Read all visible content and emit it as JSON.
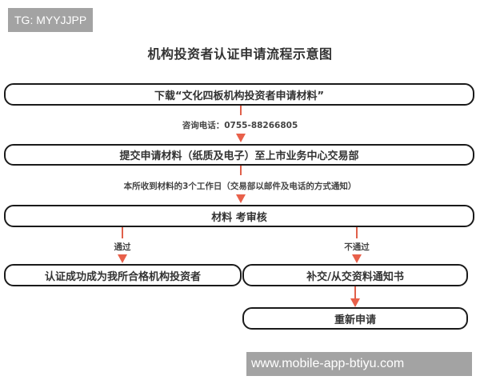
{
  "watermarks": {
    "top_left": "TG: MYYJJPP",
    "bottom_right": "www.mobile-app-btiyu.com"
  },
  "diagram": {
    "title": "机构投资者认证申请流程示意图",
    "steps": [
      {
        "label": "下载“文化四板机构投资者申请材料”"
      },
      {
        "label": "提交申请材料（纸质及电子）至上市业务中心交易部"
      },
      {
        "label": "材料 考审核"
      },
      {
        "label": "认证成功成为我所合格机构投资者"
      },
      {
        "label": "补交/从交资料通知书"
      },
      {
        "label": "重新申请"
      }
    ],
    "notes": {
      "consult_phone": "咨询电话：0755-88266805",
      "receive_notice": "本所收到材料的3个工作日（交易部以邮件及电话的方式通知）",
      "pass": "通过",
      "fail": "不通过"
    },
    "colors": {
      "arrow": "#e8604a",
      "box_border": "#1a1a1a",
      "watermark_bg": "#a3a3a3"
    }
  }
}
